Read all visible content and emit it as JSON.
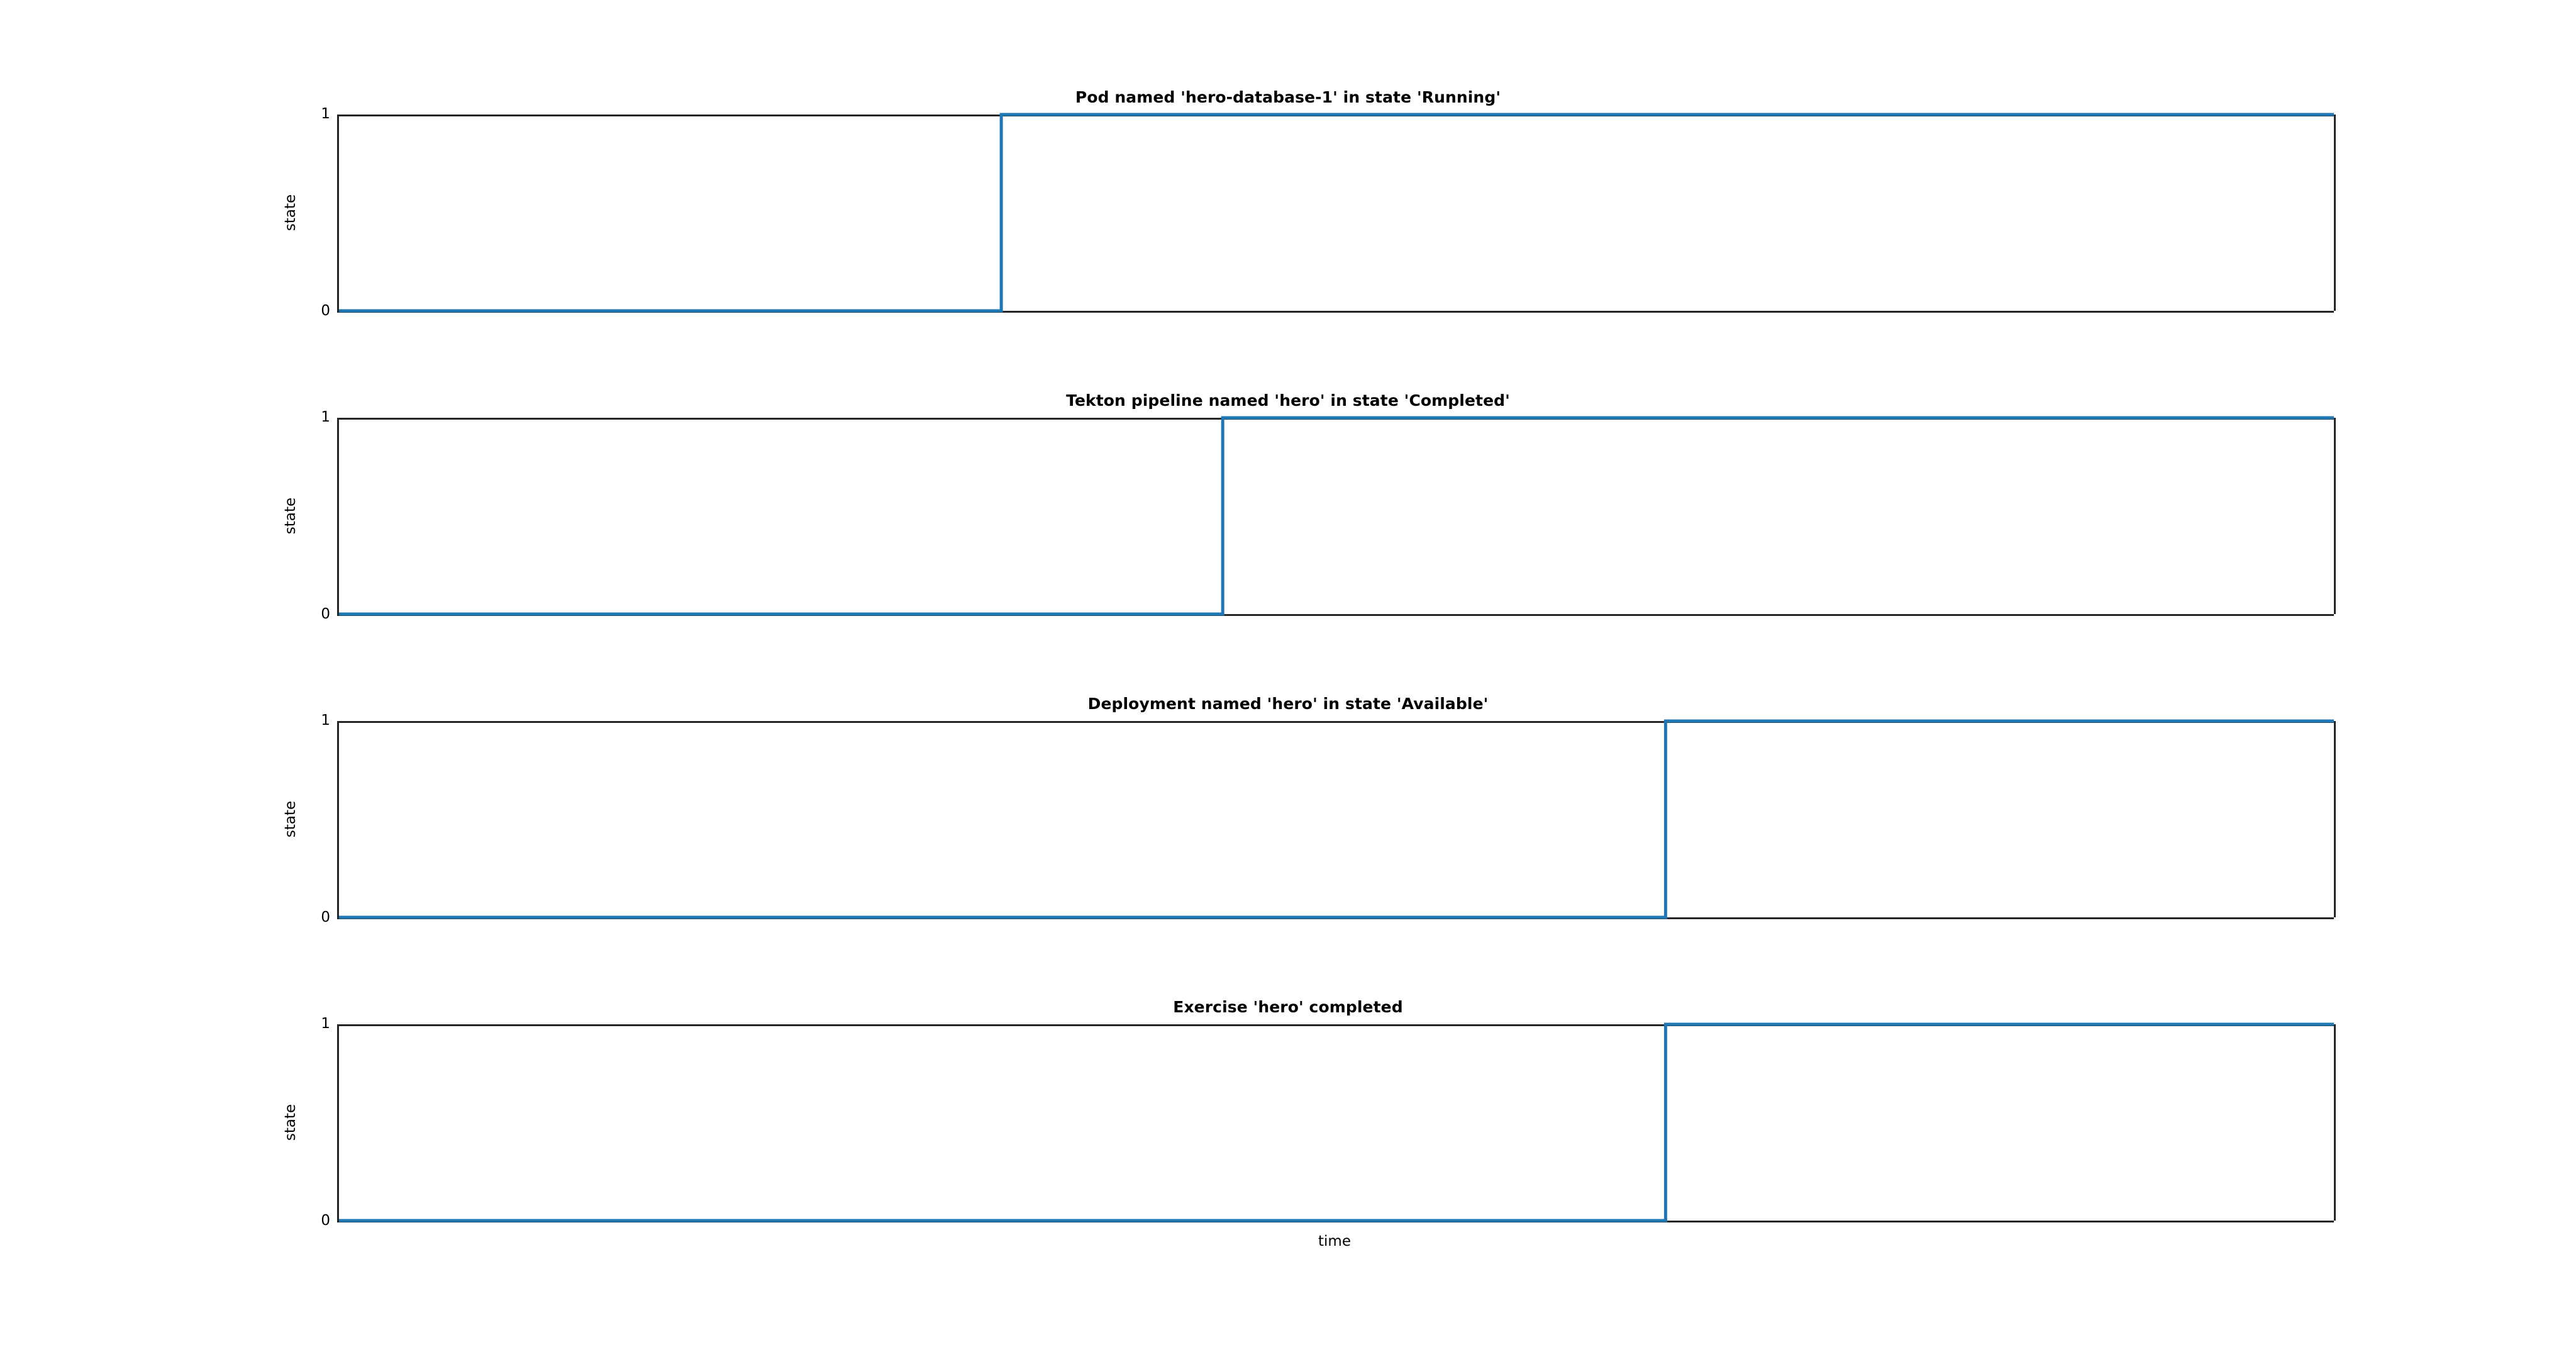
{
  "figure": {
    "background_color": "#ffffff",
    "line_color": "#1f77b4",
    "axis_color": "#262626",
    "xlabel": "time",
    "ylabel": "state",
    "ytick_top": "1",
    "ytick_bottom": "0"
  },
  "chart_data": [
    {
      "type": "line",
      "title": "Pod named 'hero-database-1' in state 'Running'",
      "xlabel": "",
      "ylabel": "state",
      "ylim": [
        0,
        1
      ],
      "yticks": [
        0,
        1
      ],
      "grid": false,
      "legend": "none",
      "drawstyle": "steps-post",
      "x": [
        0.0,
        0.332,
        0.332,
        1.0
      ],
      "y": [
        0,
        0,
        1,
        1
      ],
      "transition_fraction": 0.332,
      "states": [
        "0",
        "1"
      ]
    },
    {
      "type": "line",
      "title": "Tekton pipeline named 'hero' in state 'Completed'",
      "xlabel": "",
      "ylabel": "state",
      "ylim": [
        0,
        1
      ],
      "yticks": [
        0,
        1
      ],
      "grid": false,
      "legend": "none",
      "drawstyle": "steps-post",
      "x": [
        0.0,
        0.443,
        0.443,
        1.0
      ],
      "y": [
        0,
        0,
        1,
        1
      ],
      "transition_fraction": 0.443,
      "states": [
        "0",
        "1"
      ]
    },
    {
      "type": "line",
      "title": "Deployment named 'hero' in state 'Available'",
      "xlabel": "",
      "ylabel": "state",
      "ylim": [
        0,
        1
      ],
      "yticks": [
        0,
        1
      ],
      "grid": false,
      "legend": "none",
      "drawstyle": "steps-post",
      "x": [
        0.0,
        0.665,
        0.665,
        1.0
      ],
      "y": [
        0,
        0,
        1,
        1
      ],
      "transition_fraction": 0.665,
      "states": [
        "0",
        "1"
      ]
    },
    {
      "type": "line",
      "title": "Exercise 'hero' completed",
      "xlabel": "time",
      "ylabel": "state",
      "ylim": [
        0,
        1
      ],
      "yticks": [
        0,
        1
      ],
      "grid": false,
      "legend": "none",
      "drawstyle": "steps-post",
      "x": [
        0.0,
        0.665,
        0.665,
        1.0
      ],
      "y": [
        0,
        0,
        1,
        1
      ],
      "transition_fraction": 0.665,
      "states": [
        "0",
        "1"
      ]
    }
  ]
}
